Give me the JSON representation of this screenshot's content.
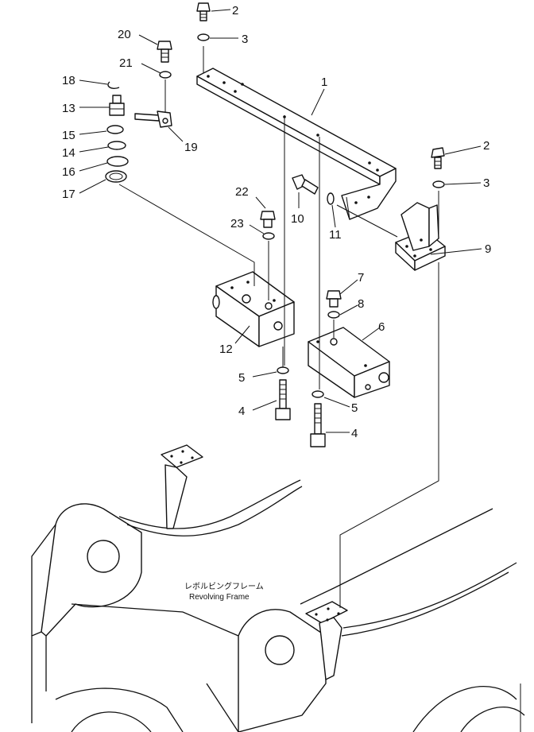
{
  "callouts": [
    {
      "id": "c2a",
      "label": "2"
    },
    {
      "id": "c3a",
      "label": "3"
    },
    {
      "id": "c1",
      "label": "1"
    },
    {
      "id": "c20",
      "label": "20"
    },
    {
      "id": "c21",
      "label": "21"
    },
    {
      "id": "c18",
      "label": "18"
    },
    {
      "id": "c13",
      "label": "13"
    },
    {
      "id": "c15",
      "label": "15"
    },
    {
      "id": "c14",
      "label": "14"
    },
    {
      "id": "c16",
      "label": "16"
    },
    {
      "id": "c17",
      "label": "17"
    },
    {
      "id": "c19",
      "label": "19"
    },
    {
      "id": "c2b",
      "label": "2"
    },
    {
      "id": "c3b",
      "label": "3"
    },
    {
      "id": "c22",
      "label": "22"
    },
    {
      "id": "c23",
      "label": "23"
    },
    {
      "id": "c10",
      "label": "10"
    },
    {
      "id": "c11",
      "label": "11"
    },
    {
      "id": "c9",
      "label": "9"
    },
    {
      "id": "c7",
      "label": "7"
    },
    {
      "id": "c8",
      "label": "8"
    },
    {
      "id": "c6",
      "label": "6"
    },
    {
      "id": "c12",
      "label": "12"
    },
    {
      "id": "c5a",
      "label": "5"
    },
    {
      "id": "c4a",
      "label": "4"
    },
    {
      "id": "c5b",
      "label": "5"
    },
    {
      "id": "c4b",
      "label": "4"
    }
  ],
  "frame_label": {
    "japanese": "レボルビングフレーム",
    "english": "Revolving Frame"
  }
}
